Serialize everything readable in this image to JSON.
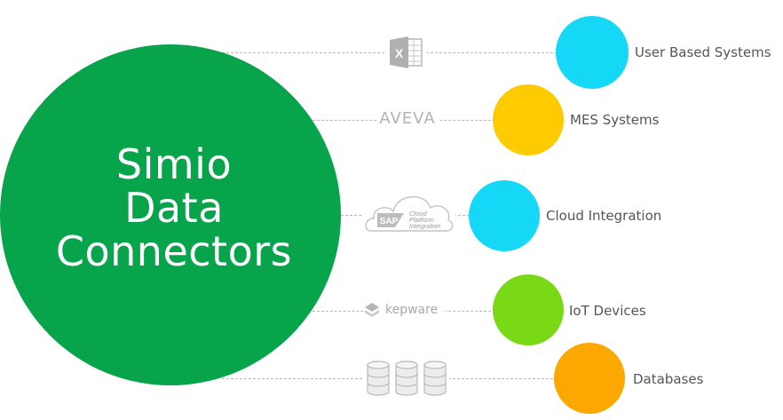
{
  "hub": {
    "lines": [
      "Simio",
      "Data",
      "Connectors"
    ],
    "color": "#07a44b"
  },
  "connectors": [
    {
      "label": "User Based Systems",
      "color": "#14d8f6",
      "logo": "excel-icon"
    },
    {
      "label": "MES Systems",
      "color": "#fdcb00",
      "logo": "aveva-logo",
      "logo_text": "AVEVA"
    },
    {
      "label": "Cloud Integration",
      "color": "#14d8f6",
      "logo": "sap-cloud-logo",
      "logo_text": "SAP",
      "logo_subtext": [
        "Cloud",
        "Platform",
        "Integration"
      ]
    },
    {
      "label": "IoT Devices",
      "color": "#79d917",
      "logo": "kepware-logo",
      "logo_text": "kepware"
    },
    {
      "label": "Databases",
      "color": "#fda800",
      "logo": "database-icon"
    }
  ]
}
